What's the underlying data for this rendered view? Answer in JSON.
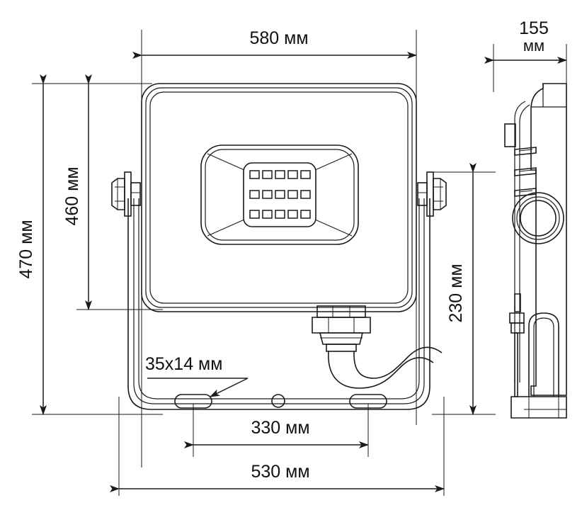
{
  "drawing": {
    "title": "LED Floodlight Dimensional Drawing",
    "units": "мм",
    "line_color": "#1a1a1a",
    "background": "#ffffff"
  },
  "dimensions": {
    "width_overall": {
      "value": "580",
      "unit": "мм",
      "label": "580 мм",
      "orientation": "horizontal",
      "position": "top"
    },
    "height_overall": {
      "value": "470",
      "unit": "мм",
      "label": "470 мм",
      "orientation": "vertical",
      "position": "left-outer"
    },
    "height_body": {
      "value": "460",
      "unit": "мм",
      "label": "460 мм",
      "orientation": "vertical",
      "position": "left-inner"
    },
    "depth_side": {
      "value": "155",
      "unit": "мм",
      "label_line1": "155",
      "label_line2": "мм",
      "orientation": "horizontal",
      "position": "top-right"
    },
    "height_side": {
      "value": "230",
      "unit": "мм",
      "label": "230 мм",
      "orientation": "vertical",
      "position": "right"
    },
    "slot_size": {
      "value": "35x14",
      "unit": "мм",
      "label": "35x14 мм",
      "orientation": "leader",
      "position": "bracket-slot"
    },
    "hole_spacing": {
      "value": "330",
      "unit": "мм",
      "label": "330 мм",
      "orientation": "horizontal",
      "position": "bottom-inner"
    },
    "bracket_width": {
      "value": "530",
      "unit": "мм",
      "label": "530 мм",
      "orientation": "horizontal",
      "position": "bottom-outer"
    }
  },
  "views": {
    "front": {
      "name": "front-view",
      "housing": "rounded-rectangle-triple-outline",
      "led_panel": {
        "rows": 3,
        "cols": 5,
        "count": 15,
        "shape": "rounded-rectangle"
      },
      "reflector": "chamfered-bezel",
      "brackets": {
        "count": 2,
        "type": "hex-bolt-washer"
      },
      "mounting_plate": {
        "slots": 2,
        "center_hole": 1
      },
      "cable_gland": {
        "present": true,
        "cable": "s-curve"
      }
    },
    "side": {
      "name": "side-view",
      "fins": 3,
      "boss": "concentric-circles",
      "bracket_slot": "u-shaped"
    }
  }
}
